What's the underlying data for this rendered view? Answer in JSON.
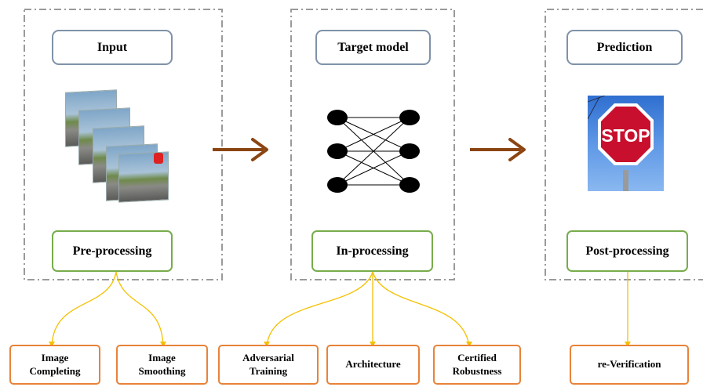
{
  "stages": {
    "input": {
      "title": "Input",
      "process": "Pre-processing"
    },
    "model": {
      "title": "Target model",
      "process": "In-processing"
    },
    "prediction": {
      "title": "Prediction",
      "process": "Post-processing",
      "sign_text": "STOP"
    }
  },
  "methods": {
    "pre": [
      "Image\nCompleting",
      "Image\nSmoothing"
    ],
    "in": [
      "Adversarial\nTraining",
      "Architecture",
      "Certified\nRobustness"
    ],
    "post": [
      "re-Verification"
    ]
  },
  "colors": {
    "title_border": "#7f92a8",
    "process_border": "#77ac4b",
    "method_border": "#e8833a",
    "connector": "#f5c000",
    "arrow": "#8b4513",
    "stage_outline": "#9a9a9a"
  }
}
